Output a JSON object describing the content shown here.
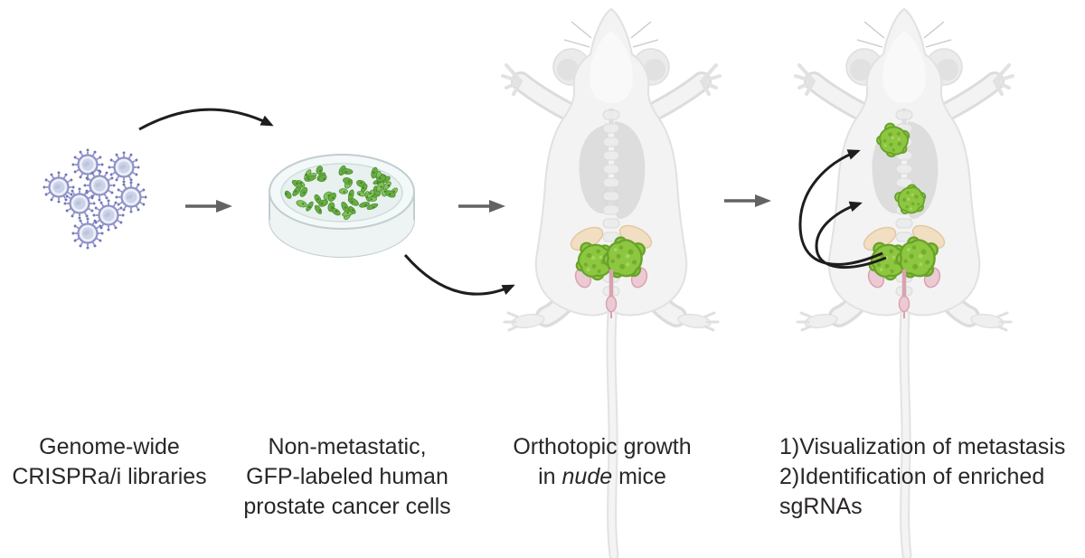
{
  "figure": {
    "steps": [
      {
        "name": "genome-wide-crispr-libraries",
        "icon": "lentivirus-cluster-icon",
        "label_lines": [
          "Genome-wide",
          "CRISPRa/i libraries"
        ]
      },
      {
        "name": "prostate-cancer-cells",
        "icon": "petri-dish-icon",
        "label_lines": [
          "Non-metastatic,",
          "GFP-labeled human",
          "prostate cancer cells"
        ]
      },
      {
        "name": "orthotopic-growth",
        "icon": "nude-mouse-icon",
        "label_line1": "Orthotopic growth",
        "label_line2_pre": "in ",
        "label_line2_italic": "nude",
        "label_line2_post": " mice"
      },
      {
        "name": "metastasis-readout",
        "icon": "nude-mouse-with-metastases-icon",
        "label_lines": [
          "1)Visualization of metastasis",
          "2)Identification of enriched",
          "sgRNAs"
        ]
      }
    ],
    "colors": {
      "text": "#2a2627",
      "arrow_black": "#1e1e1e",
      "arrow_gray": "#636363",
      "virus_purple": "#8e92c8",
      "cell_green": "#66ac43",
      "tumor_green": "#8dc63f",
      "tumor_outline": "#68a22c",
      "mouse_body": "#f3f3f3",
      "organ_gray": "#d7d7d7",
      "vesicle_peach": "#f2dfc3",
      "urogenital_pink": "#d9a2b0"
    }
  }
}
